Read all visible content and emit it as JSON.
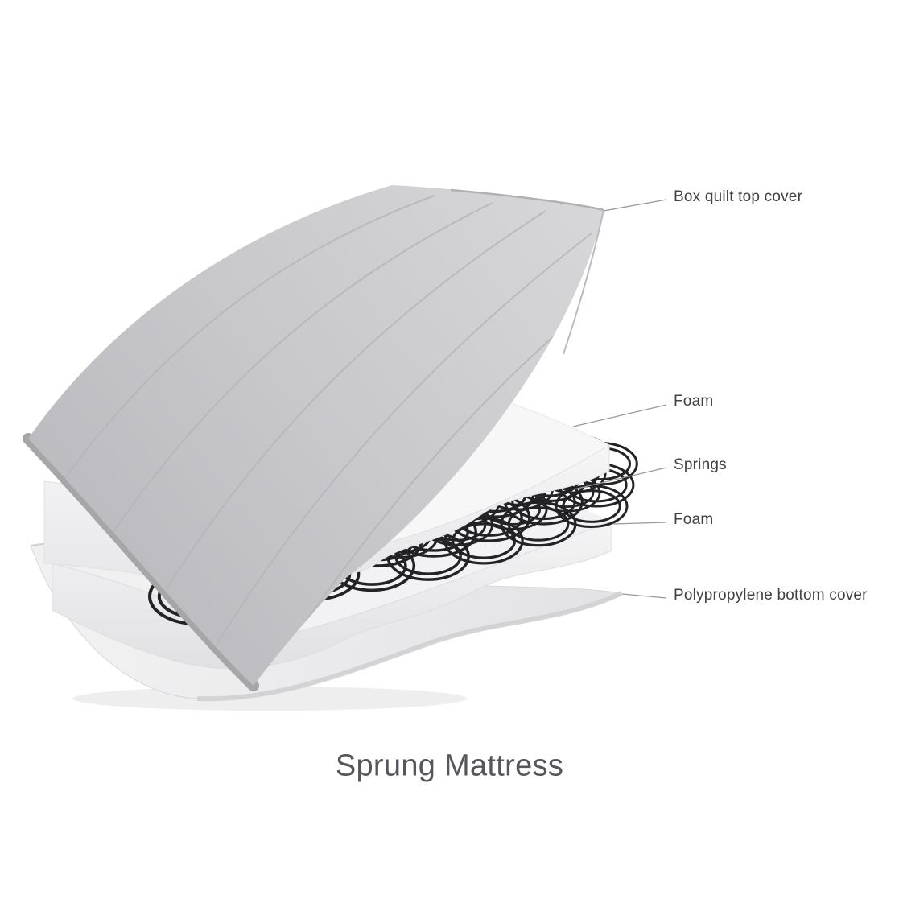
{
  "title": "Sprung Mattress",
  "diagram": {
    "type": "exploded-view",
    "subject": "sprung mattress cross-section",
    "layers_top_to_bottom": [
      "Box quilt top cover",
      "Foam",
      "Springs",
      "Foam",
      "Polypropylene bottom cover"
    ]
  },
  "labels": {
    "top_cover": "Box quilt top cover",
    "foam_top": "Foam",
    "springs": "Springs",
    "foam_bottom": "Foam",
    "bottom_cover": "Polypropylene bottom cover"
  },
  "colors": {
    "background": "#ffffff",
    "label_text": "#414144",
    "title_text": "#55565c",
    "leader_line": "#98989b",
    "cover_gray": "#c9c9cc",
    "cover_edge": "#a6a6a9",
    "foam_white": "#f6f6f7",
    "foam_shadow": "#e2e2e5",
    "spring_wire": "#232326",
    "sheet_gray": "#ededef"
  }
}
